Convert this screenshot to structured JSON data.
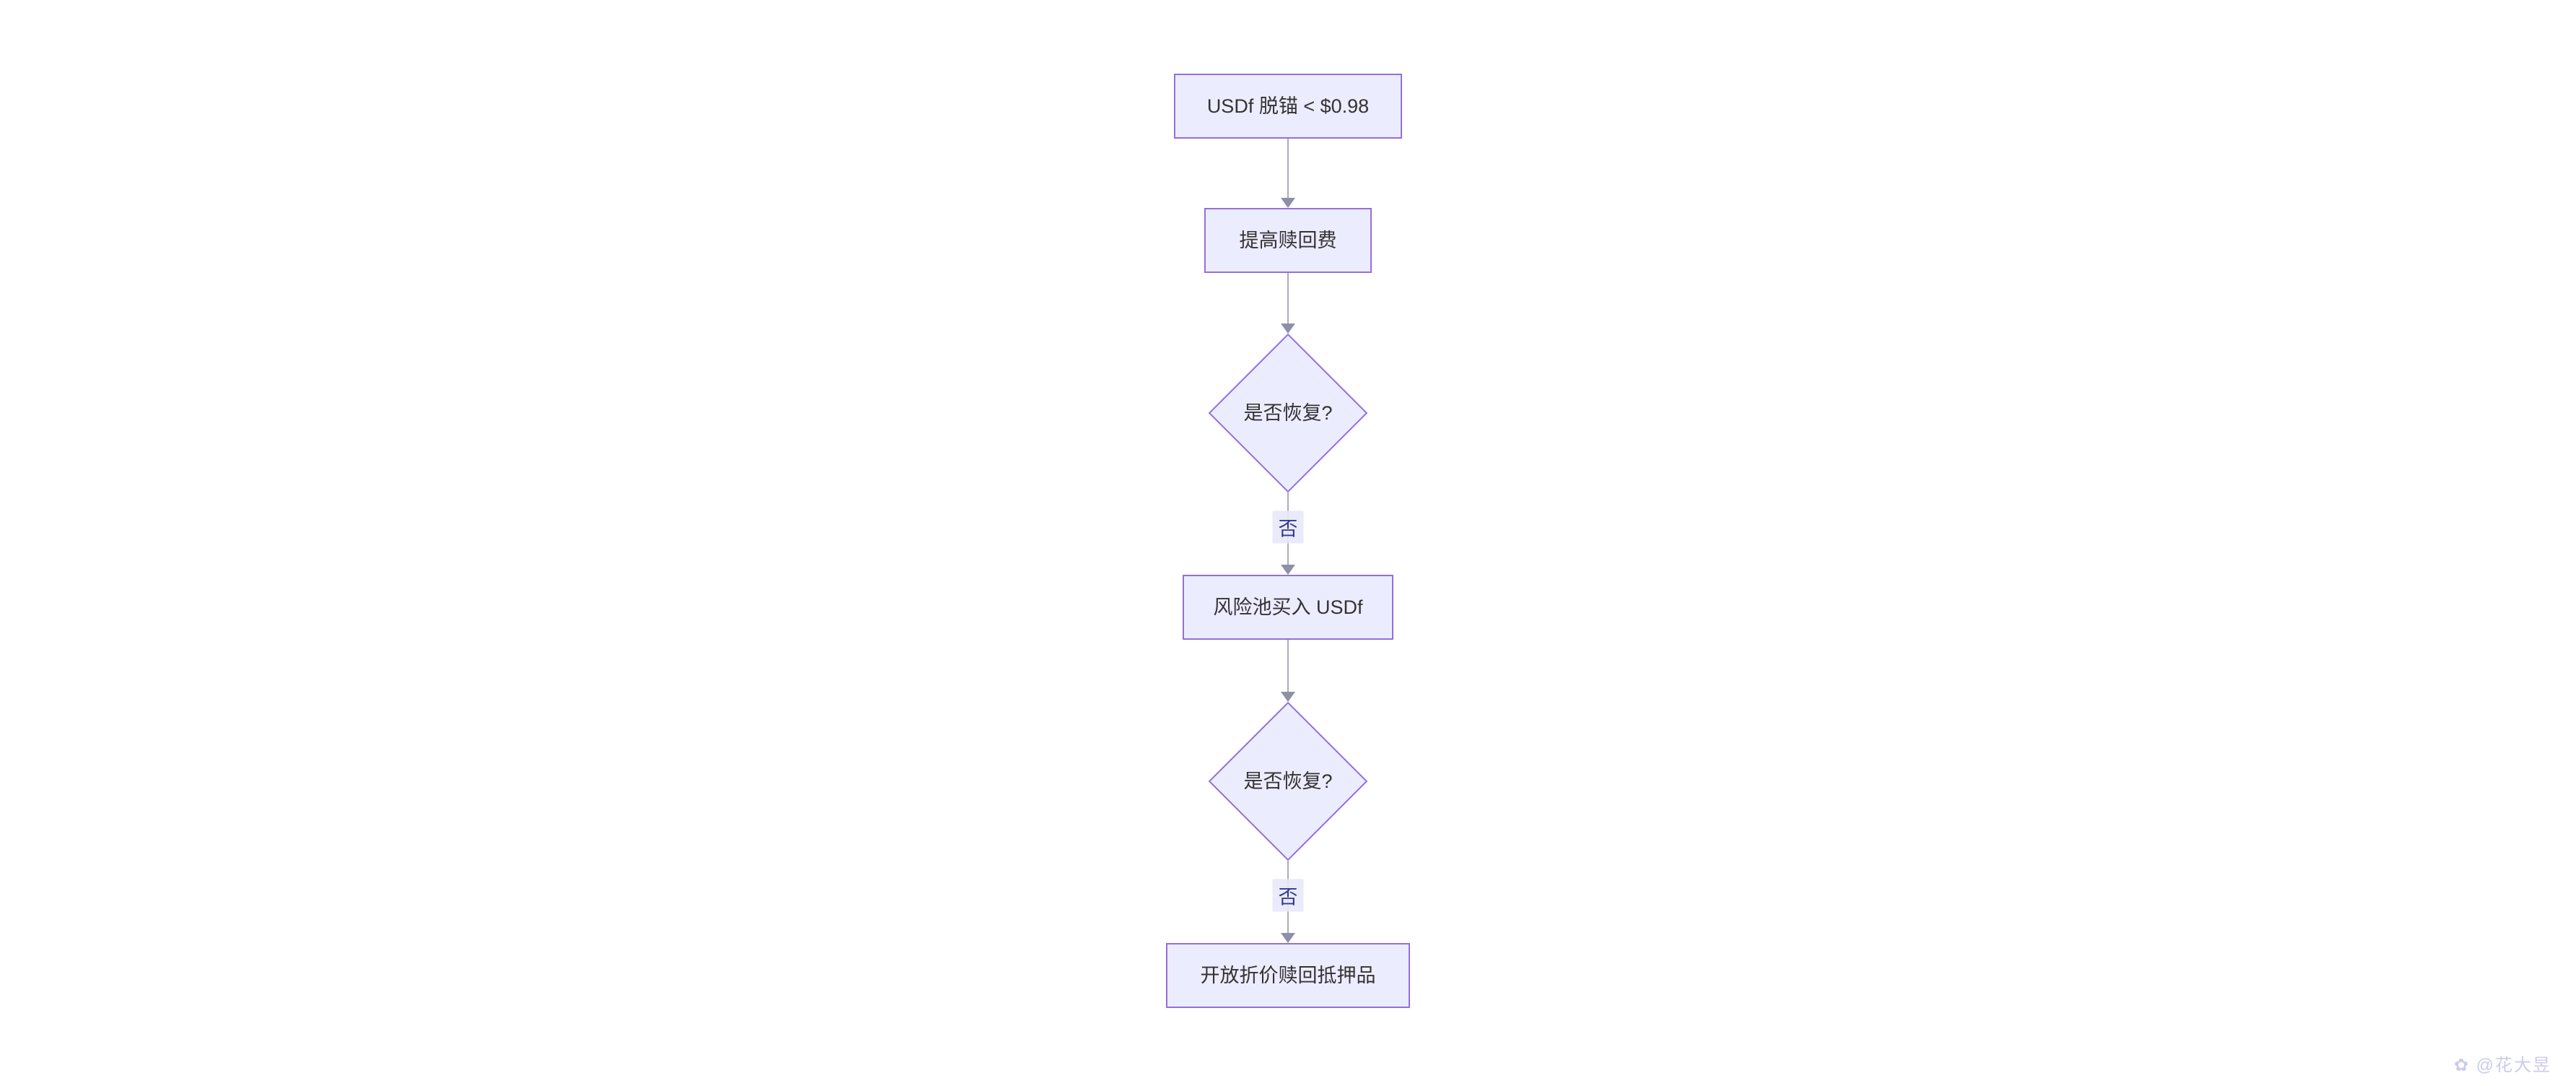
{
  "diagram": {
    "type": "flowchart",
    "direction": "top-down",
    "nodes": [
      {
        "id": "A",
        "shape": "rect",
        "label": "USDf 脱锚 < $0.98"
      },
      {
        "id": "B",
        "shape": "rect",
        "label": "提高赎回费"
      },
      {
        "id": "C",
        "shape": "diamond",
        "label": "是否恢复?"
      },
      {
        "id": "D",
        "shape": "rect",
        "label": "风险池买入 USDf"
      },
      {
        "id": "E",
        "shape": "diamond",
        "label": "是否恢复?"
      },
      {
        "id": "F",
        "shape": "rect",
        "label": "开放折价赎回抵押品"
      }
    ],
    "edges": [
      {
        "from": "A",
        "to": "B",
        "label": ""
      },
      {
        "from": "B",
        "to": "C",
        "label": ""
      },
      {
        "from": "C",
        "to": "D",
        "label": "否"
      },
      {
        "from": "D",
        "to": "E",
        "label": ""
      },
      {
        "from": "E",
        "to": "F",
        "label": "否"
      }
    ],
    "colors": {
      "node_fill": "#ECECFF",
      "node_border": "#9370DB",
      "node_text": "#333333",
      "edge_line": "#aaaabc",
      "edge_arrowhead": "#8f8fa8",
      "edge_label_text": "#333a8c",
      "edge_label_background": "#e8e8fa",
      "watermark_text": "#cbcbec",
      "background": "#ffffff"
    }
  },
  "watermark": "✿ @花大昱"
}
